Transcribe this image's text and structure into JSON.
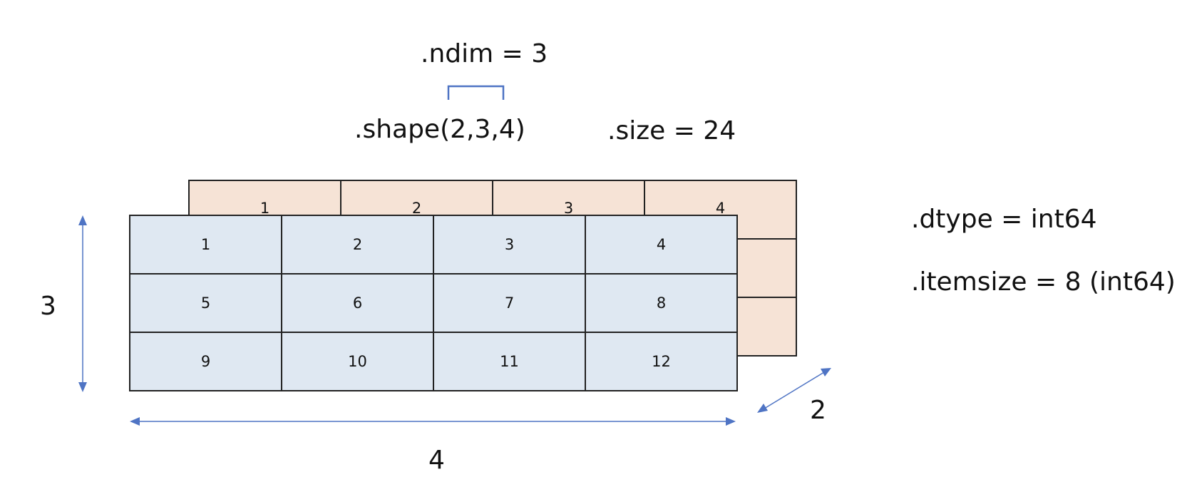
{
  "labels": {
    "ndim": ".ndim = 3",
    "shape": ".shape(2,3,4)",
    "size": ".size = 24",
    "dtype": ".dtype = int64",
    "itemsize": ".itemsize = 8 (int64)"
  },
  "dimensions": {
    "rows": "3",
    "cols": "4",
    "depth": "2"
  },
  "back_layer": {
    "cells": [
      "1",
      "2",
      "3",
      "4",
      "",
      "",
      "",
      "",
      "",
      "",
      "",
      ""
    ]
  },
  "front_layer": {
    "cells": [
      "1",
      "2",
      "3",
      "4",
      "5",
      "6",
      "7",
      "8",
      "9",
      "10",
      "11",
      "12"
    ]
  },
  "colors": {
    "front_fill": "#dfe8f2",
    "back_fill": "#f6e3d6",
    "arrow": "#4f74c4",
    "bracket": "#4f74c4"
  }
}
